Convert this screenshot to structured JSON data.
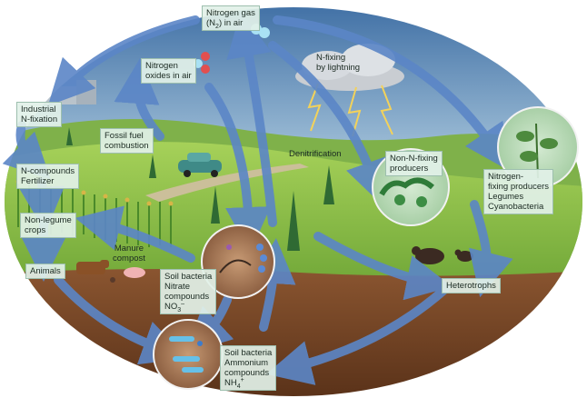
{
  "labels": {
    "nitrogen_gas": {
      "line1": "Nitrogen gas",
      "line2_pre": "(N",
      "line2_sub": "2",
      "line2_post": ") in air"
    },
    "nitrogen_oxides": {
      "line1": "Nitrogen",
      "line2": "oxides in air"
    },
    "industrial": {
      "line1": "Industrial",
      "line2": "N-fixation"
    },
    "fossil_fuel": {
      "line1": "Fossil fuel",
      "line2": "combustion"
    },
    "n_fixing_lightning": {
      "line1": "N-fixing",
      "line2": "by lightning"
    },
    "denitrification": "Denitrification",
    "n_compounds": {
      "line1": "N-compounds",
      "line2": "Fertilizer"
    },
    "non_n_fixing": {
      "line1": "Non-N-fixing",
      "line2": "producers"
    },
    "nitrogen_fixing": {
      "line1": "Nitrogen-",
      "line2": "fixing producers",
      "line3": "Legumes",
      "line4": "Cyanobacteria"
    },
    "non_legume": {
      "line1": "Non-legume",
      "line2": "crops"
    },
    "manure": {
      "line1": "Manure",
      "line2": "compost"
    },
    "animals": "Animals",
    "soil_nitrate": {
      "line1": "Soil bacteria",
      "line2": "Nitrate",
      "line3": "compounds",
      "line4_pre": "NO",
      "line4_sub": "3",
      "line4_sup": "–"
    },
    "heterotrophs": "Heterotrophs",
    "soil_ammonium": {
      "line1": "Soil bacteria",
      "line2": "Ammonium",
      "line3": "compounds",
      "line4_pre": "NH",
      "line4_sub": "4",
      "line4_sup": "+"
    }
  },
  "colors": {
    "arrow": "#5b86c7",
    "sky_top": "#3f6fa3",
    "sky_bottom": "#dfe9ef",
    "grass": "#8cc34a",
    "soil": "#6b3f22",
    "label_bg": "#e2f1e8"
  }
}
